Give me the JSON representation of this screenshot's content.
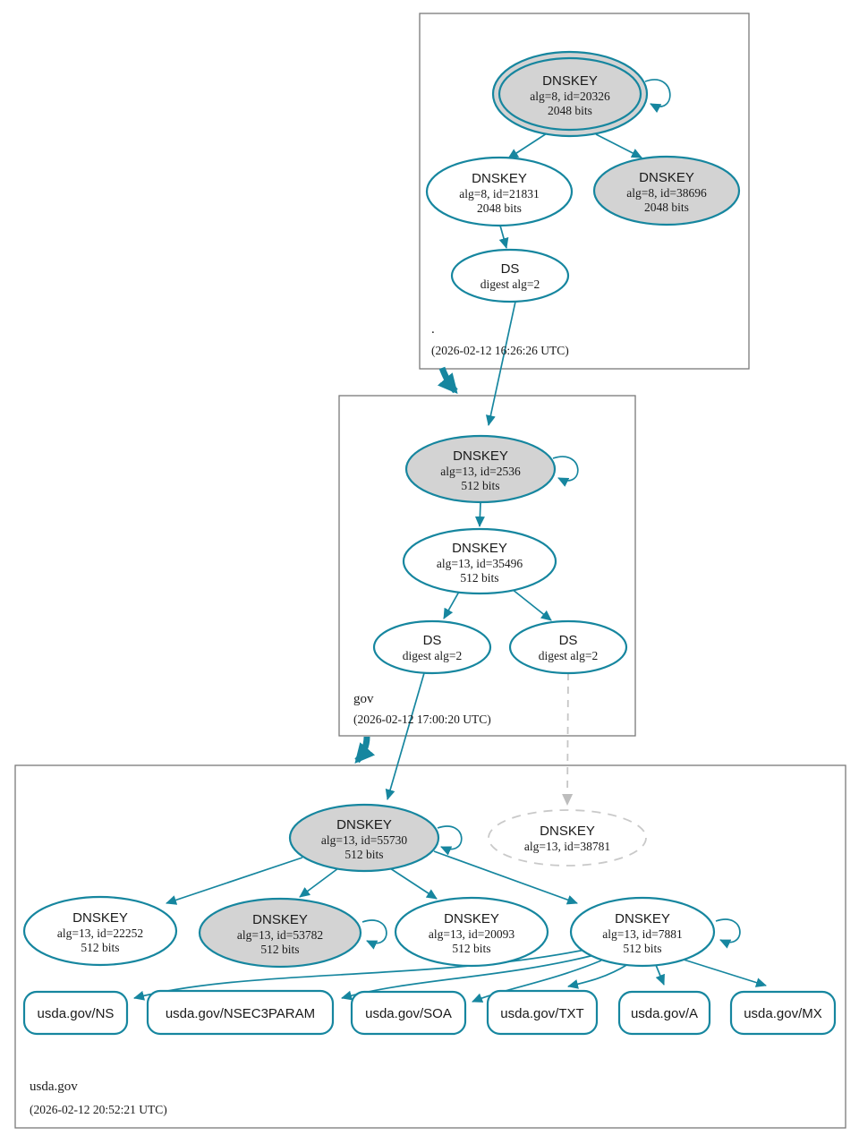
{
  "colors": {
    "edge_teal": "#16869f",
    "ksk_fill_gray": "#d3d3d3",
    "node_fill_white": "#ffffff",
    "missing_dashed_gray": "#c9c9c9",
    "zone_box_border": "#7a7a7a",
    "text": "#1a1a1a"
  },
  "zones": [
    {
      "label": ".",
      "timestamp": "(2026-02-12 16:26:26 UTC)",
      "nodes": {
        "ksk": {
          "title": "DNSKEY",
          "detail1": "alg=8, id=20326",
          "detail2": "2048 bits"
        },
        "zsk": {
          "title": "DNSKEY",
          "detail1": "alg=8, id=21831",
          "detail2": "2048 bits"
        },
        "ksk2": {
          "title": "DNSKEY",
          "detail1": "alg=8, id=38696",
          "detail2": "2048 bits"
        },
        "ds": {
          "title": "DS",
          "detail1": "digest alg=2"
        }
      }
    },
    {
      "label": "gov",
      "timestamp": "(2026-02-12 17:00:20 UTC)",
      "nodes": {
        "ksk": {
          "title": "DNSKEY",
          "detail1": "alg=13, id=2536",
          "detail2": "512 bits"
        },
        "zsk": {
          "title": "DNSKEY",
          "detail1": "alg=13, id=35496",
          "detail2": "512 bits"
        },
        "ds_left": {
          "title": "DS",
          "detail1": "digest alg=2"
        },
        "ds_right": {
          "title": "DS",
          "detail1": "digest alg=2"
        }
      }
    },
    {
      "label": "usda.gov",
      "timestamp": "(2026-02-12 20:52:21 UTC)",
      "nodes": {
        "ksk": {
          "title": "DNSKEY",
          "detail1": "alg=13, id=55730",
          "detail2": "512 bits"
        },
        "missing": {
          "title": "DNSKEY",
          "detail1": "alg=13, id=38781"
        },
        "zsk1": {
          "title": "DNSKEY",
          "detail1": "alg=13, id=22252",
          "detail2": "512 bits"
        },
        "zsk2": {
          "title": "DNSKEY",
          "detail1": "alg=13, id=53782",
          "detail2": "512 bits"
        },
        "zsk3": {
          "title": "DNSKEY",
          "detail1": "alg=13, id=20093",
          "detail2": "512 bits"
        },
        "zsk4": {
          "title": "DNSKEY",
          "detail1": "alg=13, id=7881",
          "detail2": "512 bits"
        }
      },
      "rrsets": {
        "ns": "usda.gov/NS",
        "nsec3param": "usda.gov/NSEC3PARAM",
        "soa": "usda.gov/SOA",
        "txt": "usda.gov/TXT",
        "a": "usda.gov/A",
        "mx": "usda.gov/MX"
      }
    }
  ]
}
